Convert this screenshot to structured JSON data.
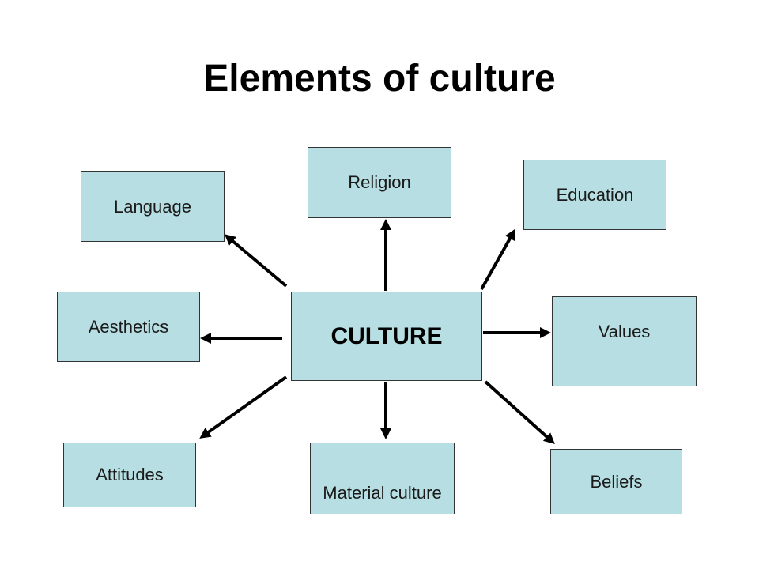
{
  "slide": {
    "title": "Elements of culture"
  },
  "diagram": {
    "center": {
      "label": "CULTURE"
    },
    "elements": {
      "religion": "Religion",
      "education": "Education",
      "language": "Language",
      "aesthetics": "Aesthetics",
      "values": "Values",
      "attitudes": "Attitudes",
      "material_culture": "Material culture",
      "beliefs": "Beliefs"
    }
  },
  "colors": {
    "background": "#ffffff",
    "box_fill": "#b7dfe3",
    "box_border": "#333333",
    "arrow": "#000000"
  }
}
